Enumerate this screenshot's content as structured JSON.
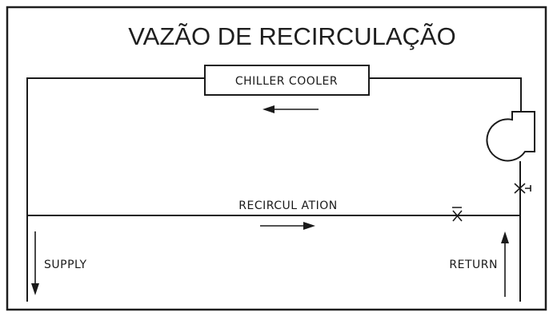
{
  "title": "VAZÃO DE RECIRCULAÇÃO",
  "labels": {
    "chiller": "CHILLER COOLER",
    "recirculation": "RECIRCUL ATION",
    "supply": "SUPPLY",
    "return": "RETURN"
  },
  "components": {
    "pump_icon": "centrifugal-pump-icon",
    "valve_icon": "valve-icon",
    "check_valve_icon": "check-valve-icon"
  },
  "colors": {
    "ink": "#1a1a1a",
    "frame": "#1e1e1e",
    "background": "#ffffff"
  }
}
